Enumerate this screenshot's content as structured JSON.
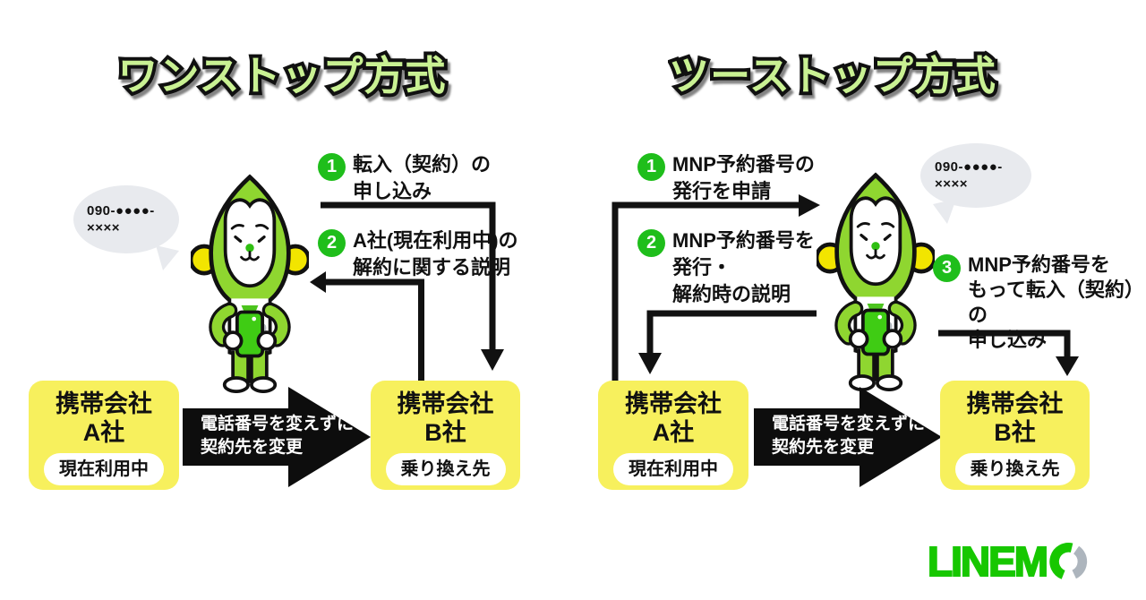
{
  "colors": {
    "accent-green": "#17C700",
    "badge-green": "#1FBE1B",
    "title-green": "#C9F193",
    "box-yellow": "#F7F05D",
    "bubble-gray": "#E8EAEE",
    "mascot-green": "#8FD630",
    "phone-green": "#3FCC14",
    "ear-yellow": "#F2E500",
    "logo-gray": "#ADB5BD"
  },
  "left_panel": {
    "title": "ワンストップ方式",
    "phone_bubble": "090-●●●●-\n××××",
    "steps": [
      {
        "num": "1",
        "text": "転入（契約）の\n申し込み"
      },
      {
        "num": "2",
        "text": "A社(現在利用中)の\n解約に関する説明"
      }
    ],
    "carrier_a": {
      "line1": "携帯会社",
      "line2": "A社",
      "tag": "現在利用中"
    },
    "carrier_b": {
      "line1": "携帯会社",
      "line2": "B社",
      "tag": "乗り換え先"
    },
    "transfer_arrow_text": "電話番号を変えずに\n契約先を変更"
  },
  "right_panel": {
    "title": "ツーストップ方式",
    "phone_bubble": "090-●●●●-\n××××",
    "steps": [
      {
        "num": "1",
        "text": "MNP予約番号の\n発行を申請"
      },
      {
        "num": "2",
        "text": "MNP予約番号を\n発行・\n解約時の説明"
      },
      {
        "num": "3",
        "text": "MNP予約番号を\nもって転入（契約）の\n申し込み"
      }
    ],
    "carrier_a": {
      "line1": "携帯会社",
      "line2": "A社",
      "tag": "現在利用中"
    },
    "carrier_b": {
      "line1": "携帯会社",
      "line2": "B社",
      "tag": "乗り換え先"
    },
    "transfer_arrow_text": "電話番号を変えずに\n契約先を変更"
  },
  "brand": {
    "logo_text": "LINEM",
    "logo_o": "O"
  }
}
